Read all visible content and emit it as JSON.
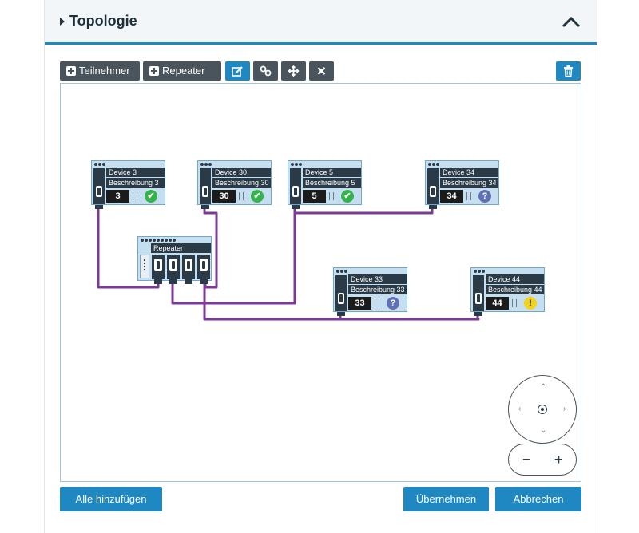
{
  "panel": {
    "title": "Topologie"
  },
  "toolbar": {
    "add_participant": "Teilnehmer",
    "add_repeater": "Repeater"
  },
  "devices": [
    {
      "name": "Device 3",
      "description": "Beschreibung 3",
      "number": "3",
      "status": "ok"
    },
    {
      "name": "Device 30",
      "description": "Beschreibung 30",
      "number": "30",
      "status": "ok"
    },
    {
      "name": "Device 5",
      "description": "Beschreibung 5",
      "number": "5",
      "status": "ok"
    },
    {
      "name": "Device 34",
      "description": "Beschreibung 34",
      "number": "34",
      "status": "unknown"
    },
    {
      "name": "Device 33",
      "description": "Beschreibung 33",
      "number": "33",
      "status": "unknown"
    },
    {
      "name": "Device 44",
      "description": "Beschreibung 44",
      "number": "44",
      "status": "warning"
    }
  ],
  "repeater": {
    "label": "Repeater"
  },
  "status_glyphs": {
    "ok": "✔",
    "unknown": "?",
    "warning": "!"
  },
  "colors": {
    "accent": "#1f87c2",
    "wire": "#7b3a96",
    "toolbar": "#4a545c",
    "ok": "#35b34a",
    "unknown": "#5f71b3",
    "warning": "#f3d21b"
  },
  "zoom": {
    "minus": "−",
    "plus": "+"
  },
  "footer": {
    "add_all": "Alle hinzufügen",
    "apply": "Übernehmen",
    "cancel": "Abbrechen"
  }
}
